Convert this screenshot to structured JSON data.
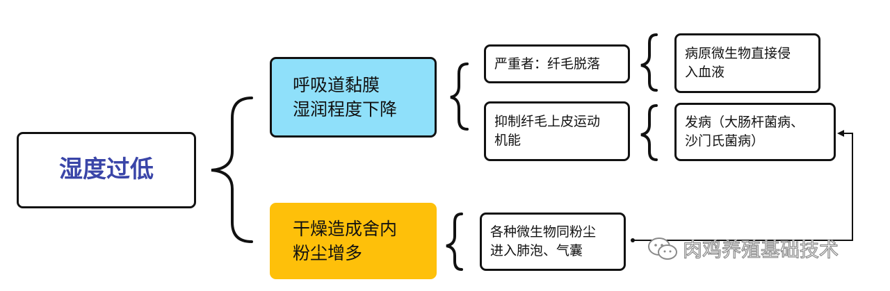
{
  "nodes": {
    "root": "湿度过低",
    "mucosa": "呼吸道黏膜\n湿润程度下降",
    "dust": "干燥造成舍内\n粉尘增多",
    "severe": "严重者：纤毛脱落",
    "inhibit": "抑制纤毛上皮运动\n机能",
    "pathogen": "病原微生物直接侵\n入血液",
    "disease": "发病（大肠杆菌病、\n沙门氏菌病）",
    "microbe": "各种微生物同粉尘\n进入肺泡、气囊"
  },
  "watermark": "肉鸡养殖基础技术",
  "colors": {
    "root_text": "#3a45a8",
    "mucosa_fill": "#8fe0fa",
    "dust_fill": "#fec00a"
  }
}
